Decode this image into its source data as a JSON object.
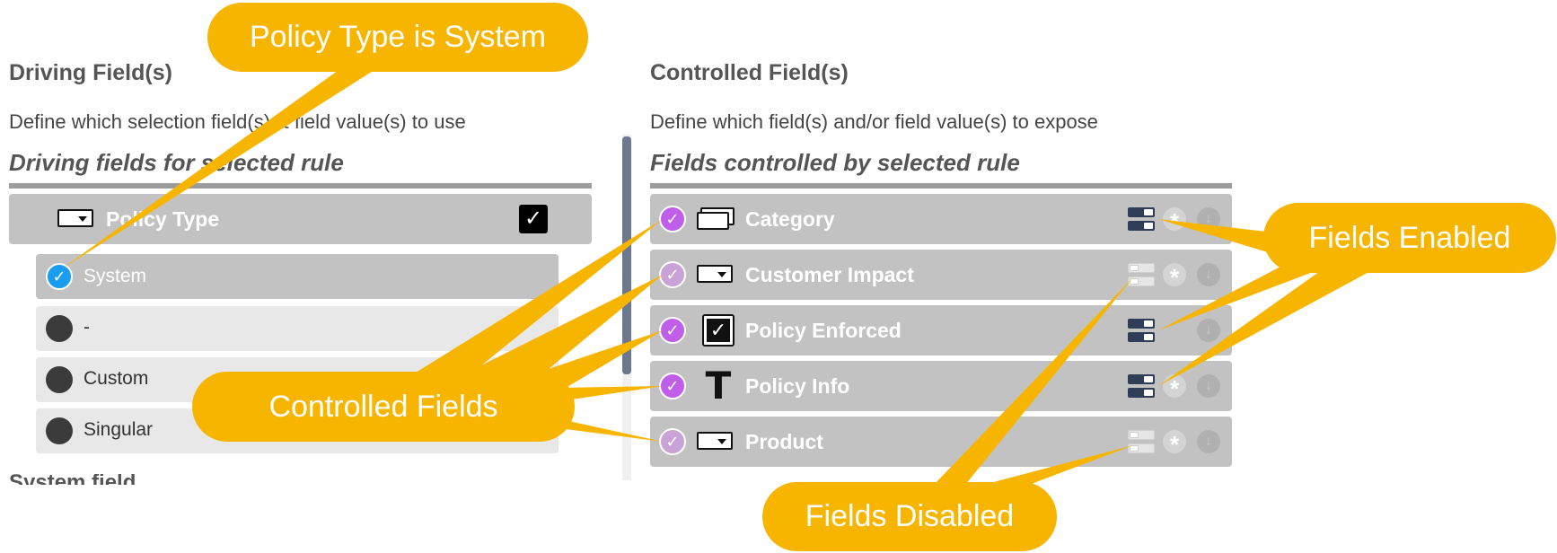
{
  "driving": {
    "title": "Driving Field(s)",
    "description": "Define which selection field(s) & field value(s) to use",
    "subtitle": "Driving fields for selected rule",
    "header_field": "Policy Type",
    "header_icon": "dropdown-field-icon",
    "options": [
      {
        "label": "System",
        "selected": true
      },
      {
        "label": "-",
        "selected": false
      },
      {
        "label": "Custom",
        "selected": false
      },
      {
        "label": "Singular",
        "selected": false
      }
    ],
    "next_section_cut": "System field"
  },
  "controlled": {
    "title": "Controlled Field(s)",
    "description": "Define which field(s) and/or field value(s) to expose",
    "subtitle": "Fields controlled by selected rule",
    "fields": [
      {
        "label": "Category",
        "type_icon": "multi-select-icon",
        "checked_dim": false,
        "toggle": "on",
        "asterisk": true
      },
      {
        "label": "Customer Impact",
        "type_icon": "dropdown-field-icon",
        "checked_dim": true,
        "toggle": "off",
        "asterisk": true
      },
      {
        "label": "Policy Enforced",
        "type_icon": "checkbox-field-icon",
        "checked_dim": false,
        "toggle": "on",
        "asterisk": false
      },
      {
        "label": "Policy Info",
        "type_icon": "text-field-icon",
        "checked_dim": false,
        "toggle": "on",
        "asterisk": true
      },
      {
        "label": "Product",
        "type_icon": "dropdown-field-icon",
        "checked_dim": true,
        "toggle": "off",
        "asterisk": true
      }
    ]
  },
  "callouts": {
    "policy_type": "Policy Type is System",
    "controlled_fields": "Controlled Fields",
    "fields_enabled": "Fields Enabled",
    "fields_disabled": "Fields Disabled"
  },
  "colors": {
    "callout": "#f7b500",
    "row_bg": "#c2c2c2",
    "check_purple": "#c15ee9",
    "radio_blue": "#1a9cf1",
    "toggle_on": "#2f3d57"
  }
}
